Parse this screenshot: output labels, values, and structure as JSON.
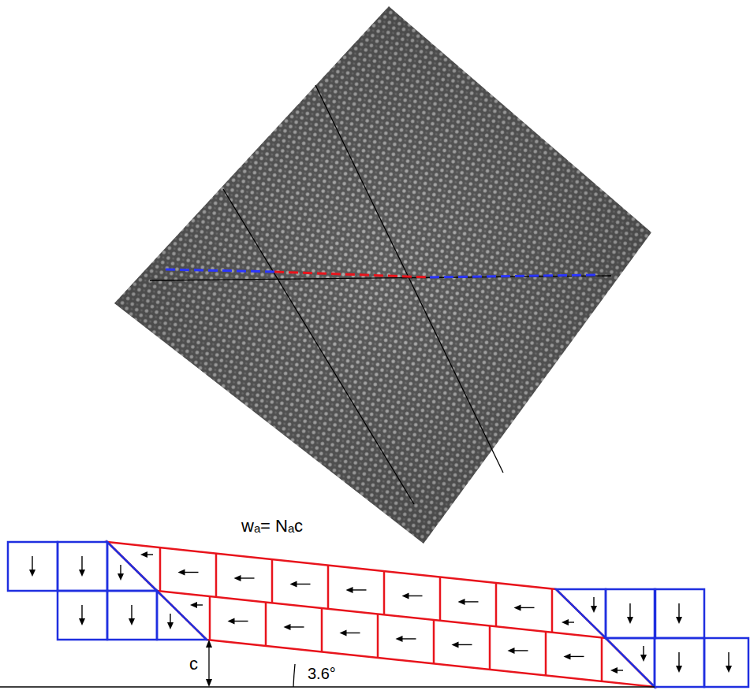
{
  "diagram": {
    "labels": [
      "wₐ= Nₐc",
      "c",
      "3.6°"
    ]
  }
}
